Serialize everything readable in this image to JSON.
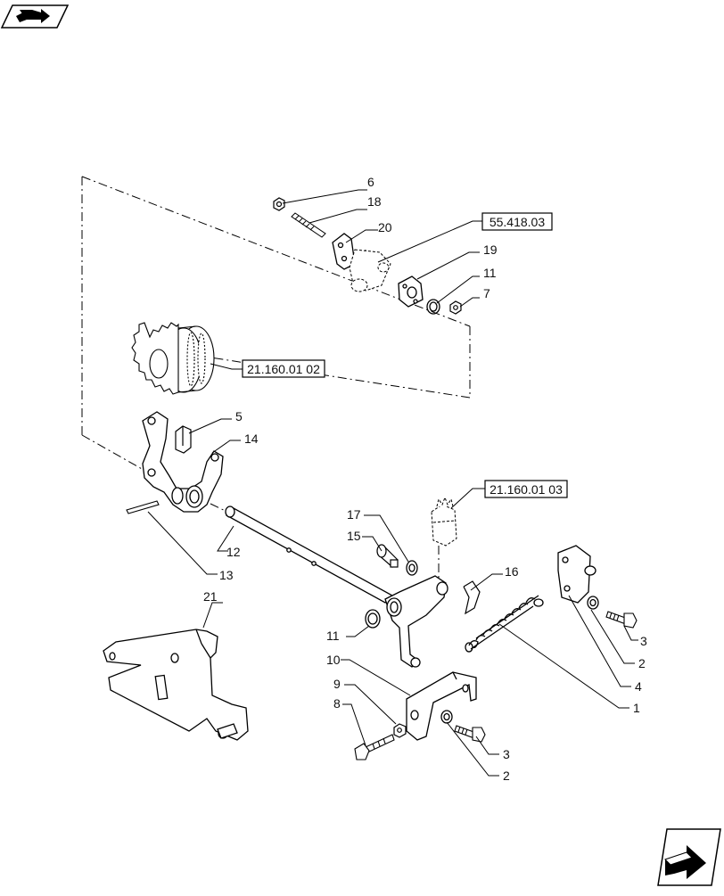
{
  "callouts": {
    "c1": "1",
    "c2a": "2",
    "c2b": "2",
    "c3a": "3",
    "c3b": "3",
    "c4": "4",
    "c5": "5",
    "c6": "6",
    "c7": "7",
    "c8": "8",
    "c9": "9",
    "c10": "10",
    "c11a": "11",
    "c11b": "11",
    "c12": "12",
    "c13": "13",
    "c14": "14",
    "c15": "15",
    "c16": "16",
    "c17": "17",
    "c18": "18",
    "c19": "19",
    "c20": "20",
    "c21": "21"
  },
  "references": {
    "ref_top": "55.418.03",
    "ref_gear": "21.160.01 02",
    "ref_cover": "21.160.01 03"
  },
  "icons": {
    "top_left": "previous-page-arrow-icon",
    "bottom_right": "next-page-arrow-icon"
  }
}
